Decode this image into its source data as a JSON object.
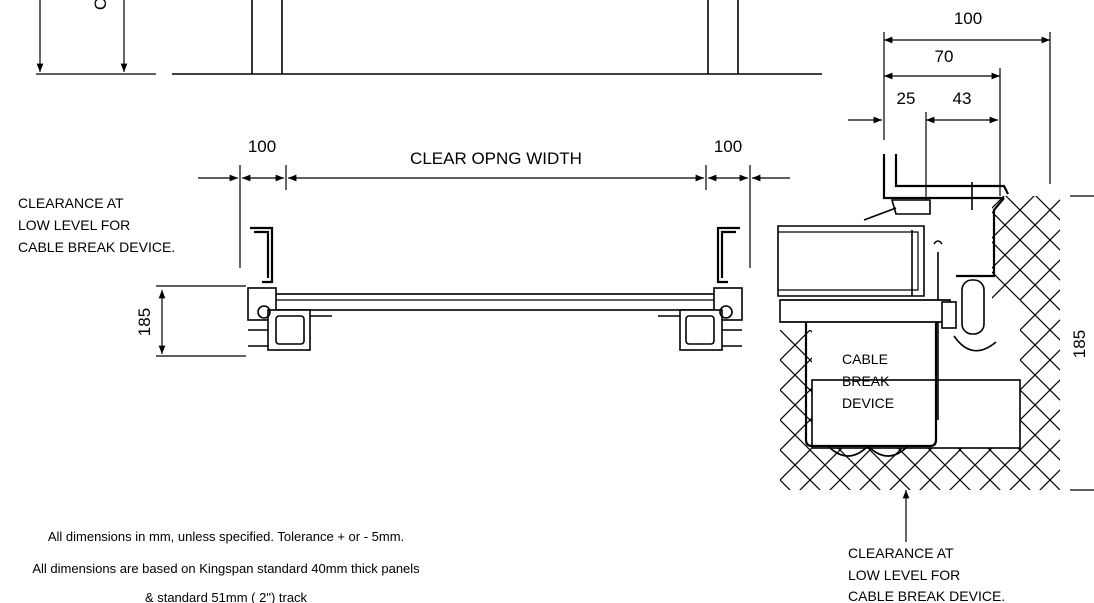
{
  "dimensions": {
    "top_left_cut": "C",
    "left_offset": "100",
    "clear_opening": "CLEAR OPNG WIDTH",
    "right_offset": "100",
    "left_height": "185",
    "overall_width": "100",
    "inner_width": "70",
    "small_offset": "25",
    "mid_offset": "43",
    "right_height": "185"
  },
  "labels": {
    "clearance_left": [
      "CLEARANCE AT",
      "LOW LEVEL FOR",
      "CABLE BREAK DEVICE."
    ],
    "clearance_right": [
      "CLEARANCE AT",
      "LOW LEVEL FOR",
      "CABLE BREAK DEVICE."
    ],
    "device": [
      "CABLE",
      "BREAK",
      "DEVICE"
    ]
  },
  "notes": [
    "All dimensions in mm, unless specified.  Tolerance + or - 5mm.",
    "All dimensions are based on Kingspan standard 40mm thick panels",
    "& standard 51mm  ( 2\")   track"
  ]
}
